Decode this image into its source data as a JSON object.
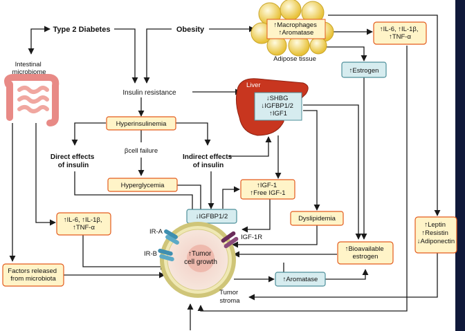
{
  "nodes": {
    "type2_diabetes": "Type 2 Diabetes",
    "obesity": "Obesity",
    "intestinal_microbiome": [
      "Intestinal",
      "microbiome"
    ],
    "adipose_box": [
      "↑Macrophages",
      "↑Aromatase"
    ],
    "adipose_tissue": "Adipose tissue",
    "cytokines_adipose": [
      "↑IL-6, ↑IL-1β,",
      "↑TNF-α"
    ],
    "estrogen": "↑Estrogen",
    "insulin_resistance": "Insulin resistance",
    "liver": "Liver",
    "liver_box": [
      "↓SHBG",
      "↓IGFBP1/2",
      "↑IGF1"
    ],
    "hyperinsulinemia": "Hyperinsulinemia",
    "direct_effects": [
      "Direct effects",
      "of insulin"
    ],
    "beta_cell_failure": "βcell failure",
    "indirect_effects": [
      "Indirect effects",
      "of insulin"
    ],
    "hyperglycemia": "Hyperglycemia",
    "igf1_box": [
      "↑IGF-1",
      "↑Free IGF-1"
    ],
    "igfbp": "↓IGFBP1/2",
    "dyslipidemia": "Dyslipidemia",
    "cytokines_gut": [
      "↑IL-6, ↑IL-1β,",
      "↑TNF-α"
    ],
    "ir_a": "IR-A",
    "ir_b": "IR-B",
    "igf_1r": "IGF-1R",
    "tumor_growth": [
      "↑Tumor",
      "cell growth"
    ],
    "bioavailable_estrogen": [
      "↑Bioavailable",
      "estrogen"
    ],
    "leptin_box": [
      "↑Leptin",
      "↑Resistin",
      "↓Adiponectin"
    ],
    "factors_microbiota": [
      "Factors released",
      "from microbiota"
    ],
    "aromatase": "↑Aromatase",
    "tumor_stroma": [
      "Tumor",
      "stroma"
    ]
  },
  "colors": {
    "background": "#ffffff",
    "frame": "#10193a",
    "yellow_fill": "#fff4c8",
    "yellow_border": "#e35a1c",
    "teal_fill": "#d6ecef",
    "teal_border": "#4d8f9a",
    "liver": "#c8361f",
    "arrow": "#1a1a1a",
    "fat": "#f1d75a",
    "cell_ring": "#dcd58c"
  }
}
